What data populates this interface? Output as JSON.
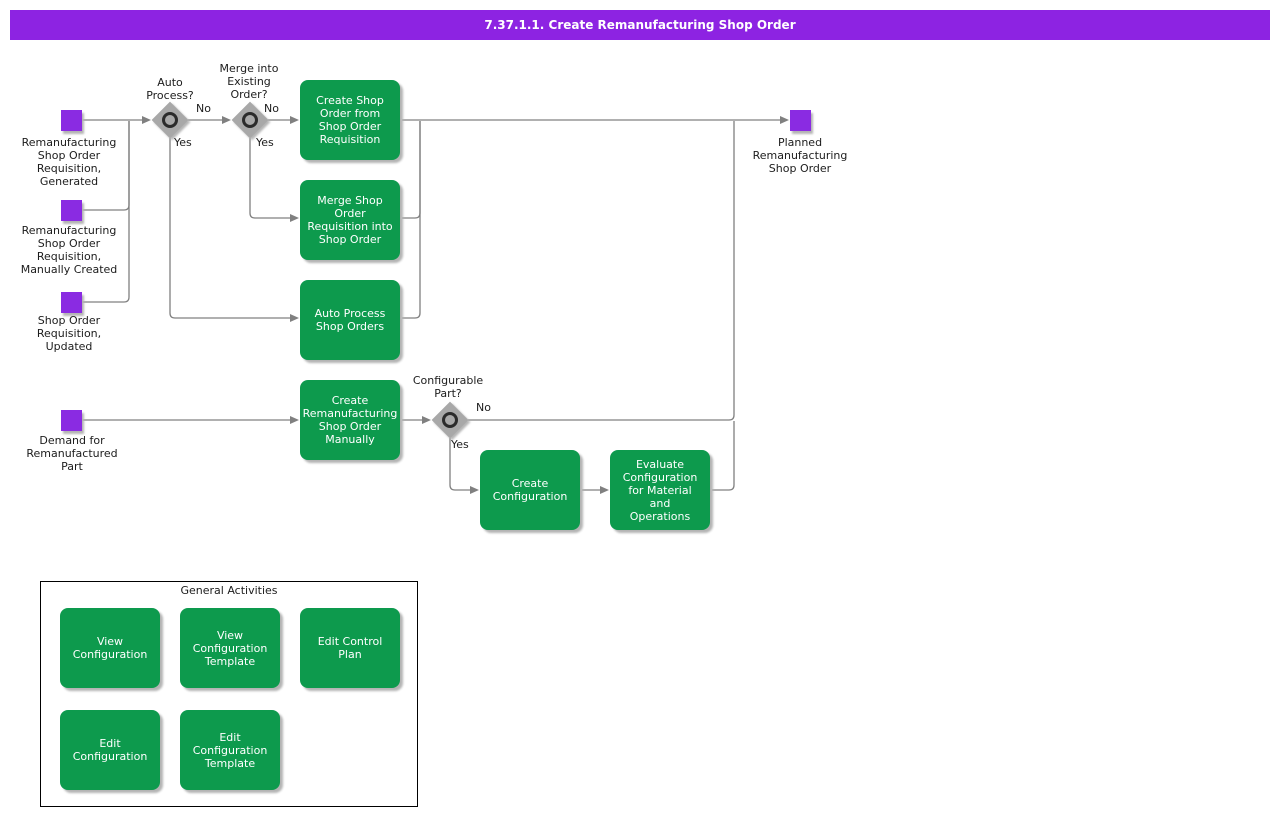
{
  "header": {
    "title": "7.37.1.1. Create Remanufacturing Shop Order"
  },
  "colors": {
    "header": "#8d23e2",
    "event": "#8a2be2",
    "activity": "#0d9a4d",
    "line": "#808080",
    "diamond": "#a8a8a8",
    "shadow": "#b4b4b4",
    "text": "#1c1c1c"
  },
  "diagram": {
    "events": [
      {
        "label": "Remanufacturing\nShop Order\nRequisition,\nGenerated"
      },
      {
        "label": "Remanufacturing\nShop Order\nRequisition,\nManually Created"
      },
      {
        "label": "Shop Order\nRequisition,\nUpdated"
      },
      {
        "label": "Demand for\nRemanufactured\nPart"
      },
      {
        "label": "Planned\nRemanufacturing\nShop Order"
      }
    ],
    "decisions": [
      {
        "question": "Auto\nProcess?",
        "no": "No",
        "yes": "Yes"
      },
      {
        "question": "Merge into\nExisting\nOrder?",
        "no": "No",
        "yes": "Yes"
      },
      {
        "question": "Configurable\nPart?",
        "no": "No",
        "yes": "Yes"
      }
    ],
    "activities": [
      {
        "label": "Create Shop\nOrder from\nShop Order\nRequisition"
      },
      {
        "label": "Merge Shop\nOrder\nRequisition into\nShop Order"
      },
      {
        "label": "Auto Process\nShop Orders"
      },
      {
        "label": "Create\nRemanufacturing\nShop Order\nManually"
      },
      {
        "label": "Create\nConfiguration"
      },
      {
        "label": "Evaluate\nConfiguration\nfor Material\nand\nOperations"
      }
    ],
    "general": {
      "title": "General Activities",
      "items": [
        {
          "label": "View\nConfiguration"
        },
        {
          "label": "View\nConfiguration\nTemplate"
        },
        {
          "label": "Edit Control\nPlan"
        },
        {
          "label": "Edit\nConfiguration"
        },
        {
          "label": "Edit\nConfiguration\nTemplate"
        }
      ]
    }
  }
}
